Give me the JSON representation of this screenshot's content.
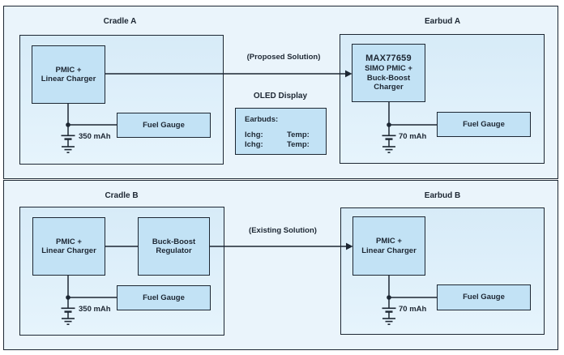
{
  "colors": {
    "border": "#1d2733",
    "text": "#1d2733",
    "page_bg": "#ffffff",
    "panel_bg": "#eaf4fb",
    "group_bg_top": "#d7ebf8",
    "group_bg_bottom": "#e6f4fc",
    "block_bg": "#c2e2f5"
  },
  "top": {
    "cradle_a": {
      "title": "Cradle A",
      "pmic": {
        "l1": "PMIC +",
        "l2": "Linear Charger"
      },
      "fuel_gauge": "Fuel Gauge",
      "battery": "350 mAh"
    },
    "arrow_label": "(Proposed Solution)",
    "oled": {
      "title": "OLED Display",
      "header": "Earbuds:",
      "r1c1": "Ichg:",
      "r1c2": "Temp:",
      "r2c1": "Ichg:",
      "r2c2": "Temp:"
    },
    "earbud_a": {
      "title": "Earbud A",
      "main": {
        "l1": "MAX77659",
        "l2": "SIMO PMIC +",
        "l3": "Buck-Boost",
        "l4": "Charger"
      },
      "fuel_gauge": "Fuel Gauge",
      "battery": "70 mAh"
    }
  },
  "bottom": {
    "cradle_b": {
      "title": "Cradle B",
      "pmic": {
        "l1": "PMIC +",
        "l2": "Linear Charger"
      },
      "buck_boost": {
        "l1": "Buck-Boost",
        "l2": "Regulator"
      },
      "fuel_gauge": "Fuel Gauge",
      "battery": "350 mAh"
    },
    "arrow_label": "(Existing Solution)",
    "earbud_b": {
      "title": "Earbud B",
      "pmic": {
        "l1": "PMIC +",
        "l2": "Linear Charger"
      },
      "fuel_gauge": "Fuel Gauge",
      "battery": "70 mAh"
    }
  }
}
